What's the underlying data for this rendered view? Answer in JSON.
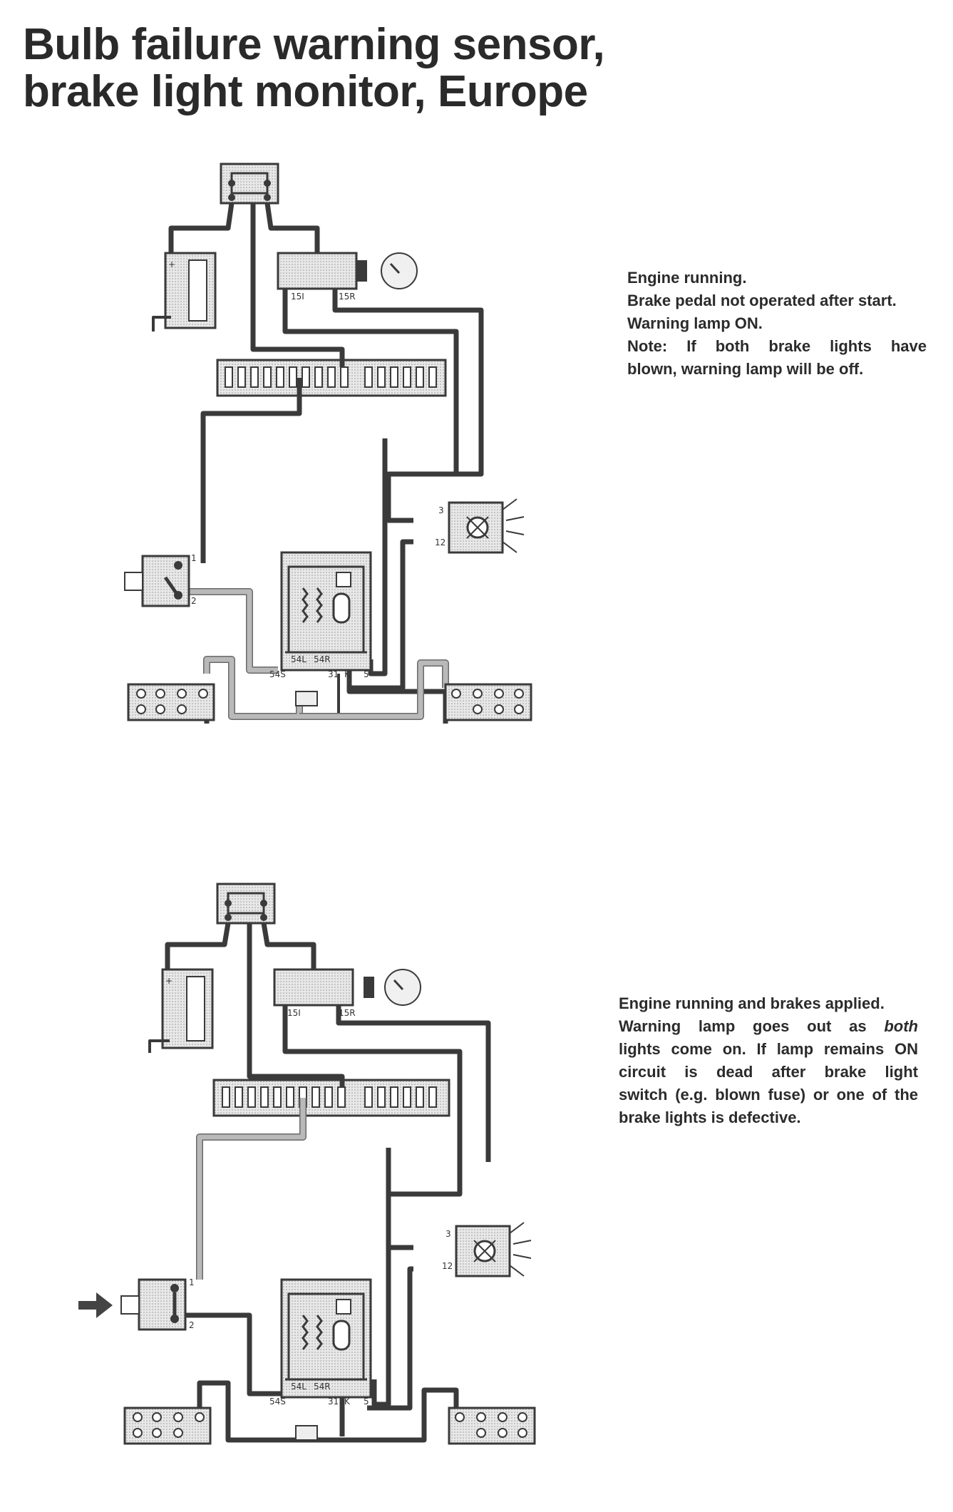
{
  "title": {
    "line1": "Bulb failure warning sensor,",
    "line2": "brake light monitor, Europe"
  },
  "panel1": {
    "caption": [
      "Engine running.",
      "Brake pedal not operated after start.",
      "Warning lamp ON.",
      "Note: If both brake lights have",
      "blown, warning lamp will be off."
    ]
  },
  "panel2": {
    "caption": [
      "Engine running and brakes applied.",
      "Warning lamp goes out as both",
      "lights come on. If lamp remains ON",
      "circuit is dead after brake light",
      "switch (e.g. blown fuse) or one of the",
      "brake lights is defective."
    ]
  },
  "labels": {
    "ign_left": "15I",
    "ign_right": "15R",
    "switch_top": "1",
    "switch_bottom": "2",
    "lamp_top": "3",
    "lamp_bottom": "12",
    "sensor_54l": "54L",
    "sensor_54r": "54R",
    "sensor_54s": "54S",
    "sensor_31": "31",
    "sensor_k": "K",
    "sensor_5": "5"
  },
  "colors": {
    "live_wire": "#3a3a3a",
    "dead_wire": "#b9b9b9",
    "component_fill": "#e4e4e4"
  }
}
